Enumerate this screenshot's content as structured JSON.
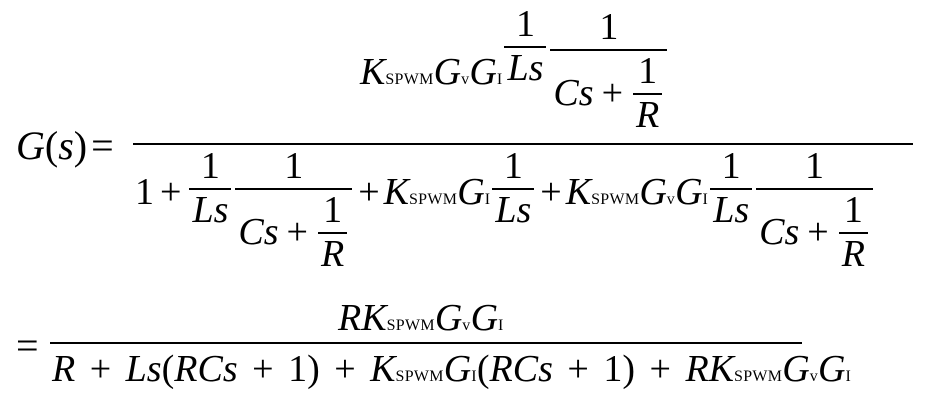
{
  "equation": {
    "lhs": {
      "G": "G",
      "paren_open": "(",
      "s": "s",
      "paren_close": ")",
      "eq": "="
    },
    "top_numerator": {
      "K": "K",
      "K_sub": "SPWM",
      "Gv": "G",
      "Gv_sub": "v",
      "GI": "G",
      "GI_sub": "I",
      "frac1_num": "1",
      "frac1_den_L": "L",
      "frac1_den_s": "s",
      "frac2_num": "1",
      "frac2_den_C": "C",
      "frac2_den_s": "s",
      "plus": "+",
      "frac3_num": "1",
      "frac3_den": "R"
    },
    "top_denominator": {
      "one": "1",
      "plus1": "+",
      "fa_num": "1",
      "fa_den_L": "L",
      "fa_den_s": "s",
      "fb_num": "1",
      "fb_C": "C",
      "fb_s": "s",
      "fb_plus": "+",
      "fb_inner_num": "1",
      "fb_inner_den": "R",
      "plus2": "+",
      "K": "K",
      "K_sub": "SPWM",
      "GI": "G",
      "GI_sub": "I",
      "fc_num": "1",
      "fc_den_L": "L",
      "fc_den_s": "s",
      "plus3": "+",
      "K2": "K",
      "K2_sub": "SPWM",
      "Gv2": "G",
      "Gv2_sub": "v",
      "GI2": "G",
      "GI2_sub": "I",
      "fd_num": "1",
      "fd_den_L": "L",
      "fd_den_s": "s",
      "fe_num": "1",
      "fe_C": "C",
      "fe_s": "s",
      "fe_plus": "+",
      "fe_inner_num": "1",
      "fe_inner_den": "R"
    },
    "second": {
      "eq": "=",
      "num": {
        "R": "R",
        "K": "K",
        "K_sub": "SPWM",
        "Gv": "G",
        "Gv_sub": "v",
        "GI": "G",
        "GI_sub": "I"
      },
      "den": {
        "R": "R",
        "plus1": "+",
        "L": "L",
        "s": "s",
        "p1": "(",
        "R2": "R",
        "C": "C",
        "s2": "s",
        "plus2": "+",
        "one": "1",
        "p2": ")",
        "plus3": "+",
        "K": "K",
        "K_sub": "SPWM",
        "GI": "G",
        "GI_sub": "I",
        "p3": "(",
        "R3": "R",
        "C3": "C",
        "s3": "s",
        "plus4": "+",
        "one2": "1",
        "p4": ")",
        "plus5": "+",
        "R4": "R",
        "K2": "K",
        "K2_sub": "SPWM",
        "Gv": "G",
        "Gv_sub": "v",
        "GI2": "G",
        "GI2_sub": "I"
      }
    }
  }
}
